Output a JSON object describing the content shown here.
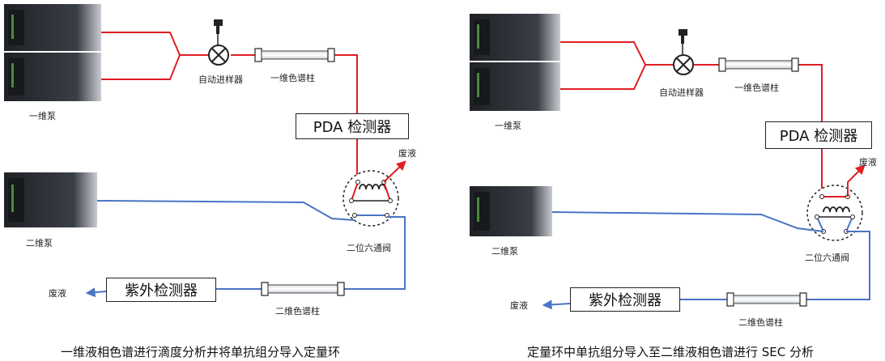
{
  "left_panel": {
    "pump1_label": "一维泵",
    "pump2_label": "二维泵",
    "autosampler_label": "自动进样器",
    "column1_label": "一维色谱柱",
    "column2_label": "二维色谱柱",
    "pda_label": "PDA 检测器",
    "uv_label": "紫外检测器",
    "waste_top_label": "废液",
    "waste_bottom_label": "废液",
    "valve_label": "二位六通阀",
    "caption": "一维液相色谱进行滴度分析并将单抗组分导入定量环"
  },
  "right_panel": {
    "pump1_label": "一维泵",
    "pump2_label": "二维泵",
    "autosampler_label": "自动进样器",
    "column1_label": "一维色谱柱",
    "column2_label": "二维色谱柱",
    "pda_label": "PDA 检测器",
    "uv_label": "紫外检测器",
    "waste_top_label": "废液",
    "waste_bottom_label": "废液",
    "valve_label": "二位六通阀",
    "caption": "定量环中单抗组分导入至二维液相色谱进行 SEC 分析"
  },
  "colors": {
    "red_flow": "#e01e24",
    "blue_flow": "#4a74c4",
    "pump_body": "#2b2e33"
  }
}
